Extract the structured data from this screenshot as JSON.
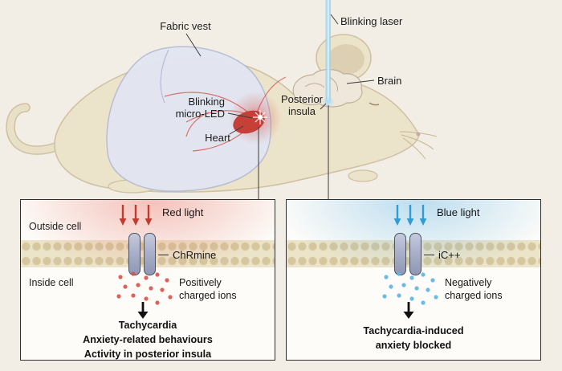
{
  "colors": {
    "red_accent": "#c23b33",
    "blue_accent": "#2f9cd6",
    "background": "#f2eee6",
    "membrane": "#d5c79e"
  },
  "scene": {
    "labels": {
      "fabric_vest": "Fabric vest",
      "blinking_laser": "Blinking laser",
      "brain": "Brain",
      "posterior_line1": "Posterior",
      "posterior_line2": "insula",
      "micro_led_line1": "Blinking",
      "micro_led_line2": "micro-LED",
      "heart": "Heart"
    }
  },
  "panels": [
    {
      "outside_label": "Outside cell",
      "inside_label": "Inside cell",
      "light_label": "Red light",
      "channel_label": "ChRmine",
      "ions_label": "Positively charged ions",
      "outcome": [
        "Tachycardia",
        "Anxiety-related behaviours",
        "Activity in posterior insula"
      ]
    },
    {
      "light_label": "Blue light",
      "channel_label": "iC++",
      "ions_label": "Negatively charged ions",
      "outcome": [
        "Tachycardia-induced",
        "anxiety blocked"
      ]
    }
  ]
}
